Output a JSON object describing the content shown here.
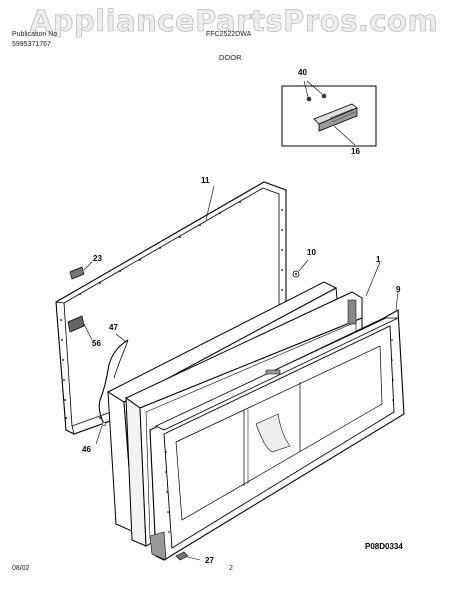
{
  "header": {
    "watermark": "AppliancePartsPros.com",
    "publication_label": "Publication No",
    "publication_number": "5995371767",
    "model_number": "FFC2522DWA",
    "section_title": "DOOR"
  },
  "callouts": {
    "c40": "40",
    "c16": "16",
    "c11": "11",
    "c23": "23",
    "c10": "10",
    "c1": "1",
    "c9": "9",
    "c47": "47",
    "c56": "56",
    "c46": "46",
    "c27": "27"
  },
  "footer": {
    "date": "08/02",
    "page": "2",
    "drawing_code": "P08D0334"
  }
}
